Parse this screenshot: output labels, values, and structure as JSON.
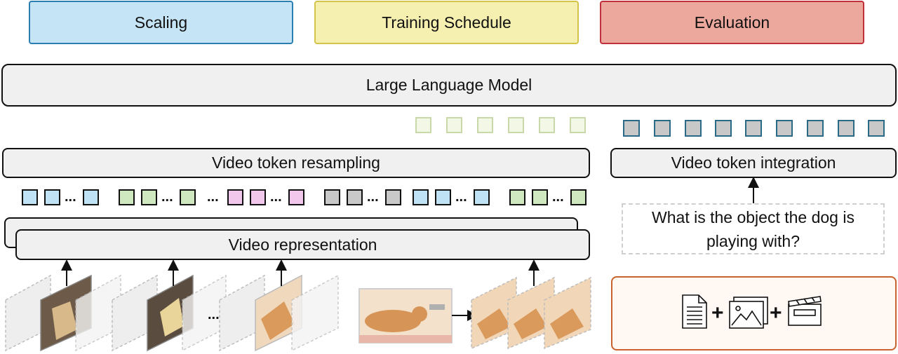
{
  "top_labels": {
    "scaling": "Scaling",
    "training_schedule": "Training Schedule",
    "evaluation": "Evaluation"
  },
  "llm": {
    "label": "Large Language Model"
  },
  "resampling": {
    "label": "Video token resampling"
  },
  "integration": {
    "label": "Video token integration"
  },
  "representation": {
    "label": "Video representation"
  },
  "question": {
    "text": "What is the object the dog is playing with?"
  },
  "ellipsis": "...",
  "colors": {
    "scaling": "#c5e4f5",
    "scaling_border": "#2a7fb0",
    "training": "#f5f0b0",
    "training_border": "#d4c54a",
    "evaluation": "#eda89e",
    "evaluation_border": "#c0303a",
    "token_blue": "#bfe3f5",
    "token_green": "#cfe8c0",
    "token_pink": "#f2c7ec",
    "token_gray": "#c8c8c8",
    "token_faint": "#f3f8e6",
    "token_teal_border": "#2a6a88",
    "eval_box_border": "#c8632e",
    "eval_box_bg": "#fff8f3"
  },
  "icons": [
    "document-icon",
    "image-icon",
    "clapperboard-icon"
  ]
}
